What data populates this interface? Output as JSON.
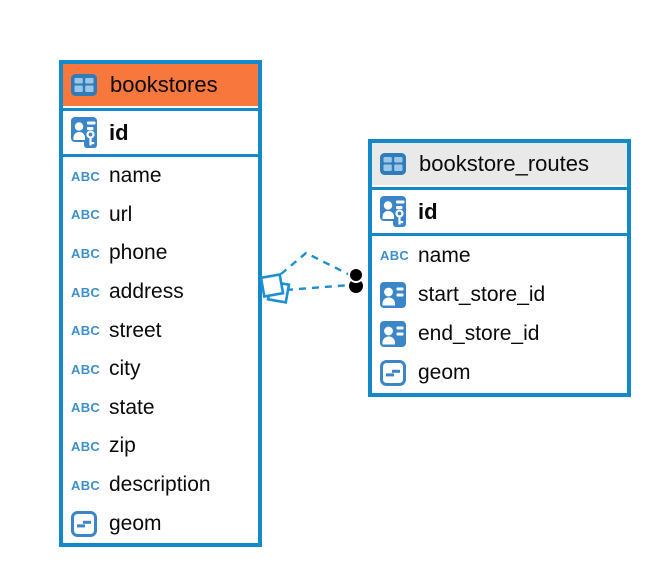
{
  "icons": {
    "text_type_label": "ABC"
  },
  "colors": {
    "table_border": "#1389ca",
    "bookstores_header": "#f7773c",
    "routes_header": "#e9e9e9",
    "icon_blue": "#3a86c8",
    "connector_blue": "#1b8ed4",
    "text": "#0a0a0a"
  },
  "tables": [
    {
      "name": "bookstores",
      "primary_key": {
        "name": "id",
        "type": "primary-key"
      },
      "columns": [
        {
          "name": "name",
          "type": "text"
        },
        {
          "name": "url",
          "type": "text"
        },
        {
          "name": "phone",
          "type": "text"
        },
        {
          "name": "address",
          "type": "text"
        },
        {
          "name": "street",
          "type": "text"
        },
        {
          "name": "city",
          "type": "text"
        },
        {
          "name": "state",
          "type": "text"
        },
        {
          "name": "zip",
          "type": "text"
        },
        {
          "name": "description",
          "type": "text"
        },
        {
          "name": "geom",
          "type": "geometry"
        }
      ]
    },
    {
      "name": "bookstore_routes",
      "primary_key": {
        "name": "id",
        "type": "primary-key"
      },
      "columns": [
        {
          "name": "name",
          "type": "text"
        },
        {
          "name": "start_store_id",
          "type": "reference"
        },
        {
          "name": "end_store_id",
          "type": "reference"
        },
        {
          "name": "geom",
          "type": "geometry"
        }
      ]
    }
  ],
  "relationships": [
    {
      "from_table": "bookstores",
      "to_table": "bookstore_routes",
      "style": "dashed"
    },
    {
      "from_table": "bookstores",
      "to_table": "bookstore_routes",
      "style": "dashed"
    }
  ]
}
